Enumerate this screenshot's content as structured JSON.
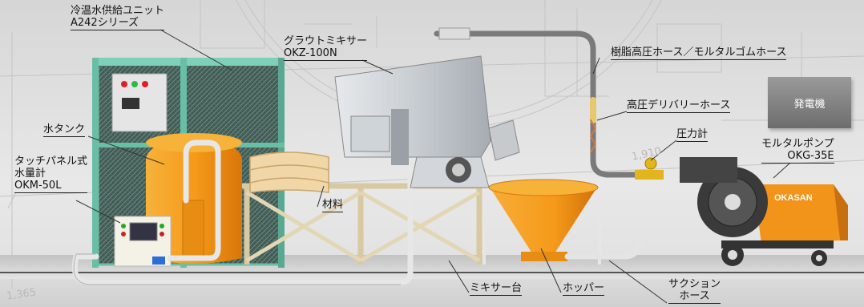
{
  "labels": {
    "unit_line1": "冷温水供給ユニット",
    "unit_line2": "A242シリーズ",
    "tank": "水タンク",
    "meter_line1": "タッチパネル式",
    "meter_line2": "水量計",
    "meter_line3": "OKM-50L",
    "mixer_line1": "グラウトミキサー",
    "mixer_line2": "OKZ-100N",
    "material": "材料",
    "hose_main": "樹脂高圧ホース／モルタルゴムホース",
    "delivery": "高圧デリバリーホース",
    "gauge": "圧力計",
    "pump_line1": "モルタルポンプ",
    "pump_line2": "OKG-35E",
    "generator": "発電機",
    "stand": "ミキサー台",
    "hopper": "ホッパー",
    "suction_line1": "サクション",
    "suction_line2": "ホース"
  },
  "dimensions": {
    "a": "1,910",
    "b": "1,365"
  },
  "brand": "OKASAN",
  "colors": {
    "frame": "#69bfa6",
    "tank": "#f59a1a",
    "pump": "#f29419",
    "hose_gray": "#8a8a8a",
    "generator": "#7e7e7e"
  }
}
